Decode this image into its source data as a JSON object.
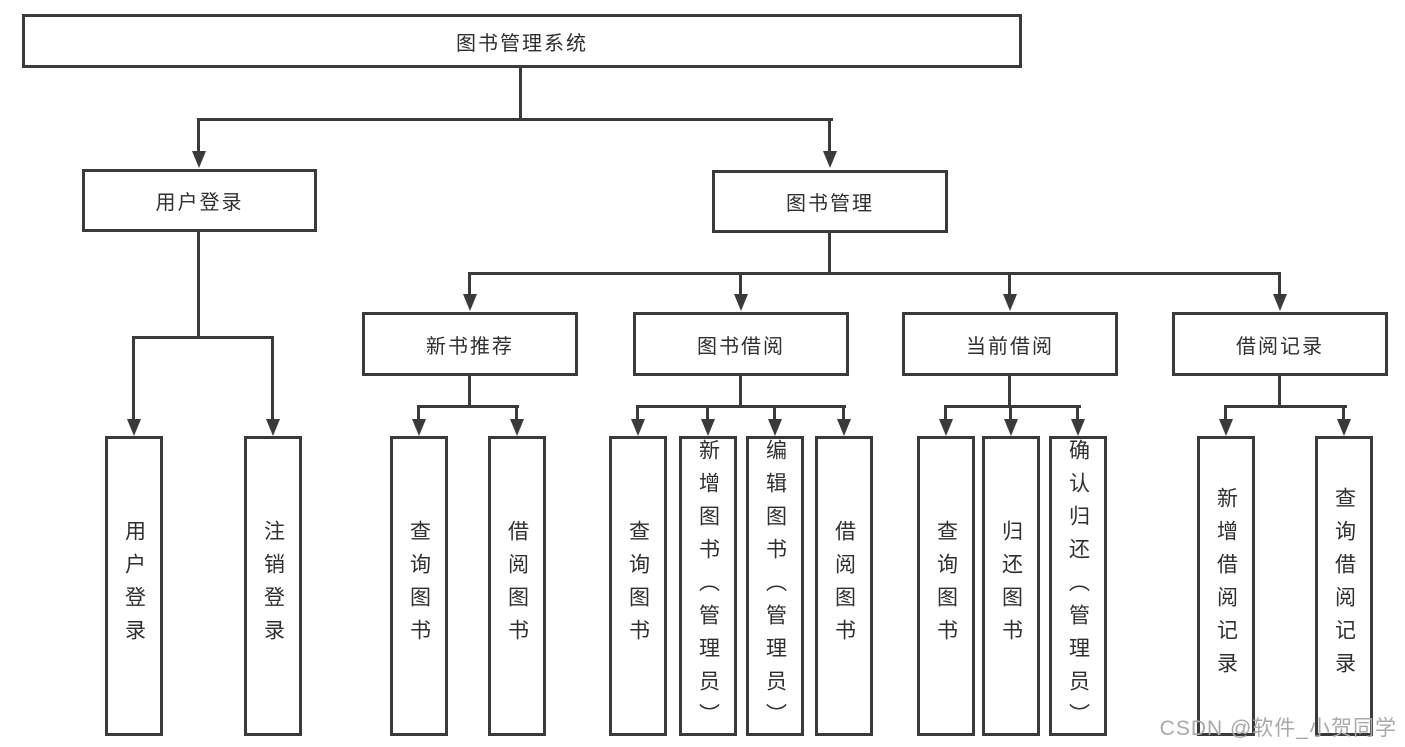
{
  "diagram": {
    "type": "tree",
    "orientation": "top-down",
    "tree": {
      "root": {
        "label": "图书管理系统",
        "children": [
          {
            "label": "用户登录",
            "children": [
              {
                "label": "用户登录"
              },
              {
                "label": "注销登录"
              }
            ]
          },
          {
            "label": "图书管理",
            "children": [
              {
                "label": "新书推荐",
                "children": [
                  {
                    "label": "查询图书"
                  },
                  {
                    "label": "借阅图书"
                  }
                ]
              },
              {
                "label": "图书借阅",
                "children": [
                  {
                    "label": "查询图书"
                  },
                  {
                    "label": "新增图书（管理员）"
                  },
                  {
                    "label": "编辑图书（管理员）"
                  },
                  {
                    "label": "借阅图书"
                  }
                ]
              },
              {
                "label": "当前借阅",
                "children": [
                  {
                    "label": "查询图书"
                  },
                  {
                    "label": "归还图书"
                  },
                  {
                    "label": "确认归还（管理员）"
                  }
                ]
              },
              {
                "label": "借阅记录",
                "children": [
                  {
                    "label": "新增借阅记录"
                  },
                  {
                    "label": "查询借阅记录"
                  }
                ]
              }
            ]
          }
        ]
      }
    }
  },
  "watermark": {
    "text": "CSDN @软件_小贺同学"
  },
  "colors": {
    "line": "#3a3a3a",
    "node_fill": "#ffffff",
    "text": "#2f2f2f",
    "background": "#ffffff",
    "watermark": "#a9a9a9"
  }
}
